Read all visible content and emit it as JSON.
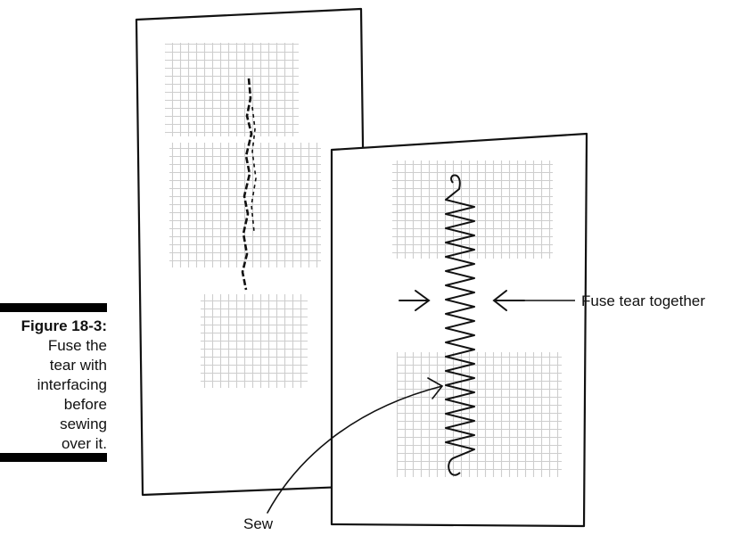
{
  "figure": {
    "number_label": "Figure 18-3:",
    "caption_lines": [
      "Fuse the",
      "tear with",
      "interfacing",
      "before",
      "sewing",
      "over it."
    ]
  },
  "annotations": {
    "fuse_label": "Fuse tear together",
    "sew_label": "Sew"
  },
  "colors": {
    "ink": "#111111",
    "mesh": "#bdbdbd",
    "caption_bar": "#000000"
  }
}
